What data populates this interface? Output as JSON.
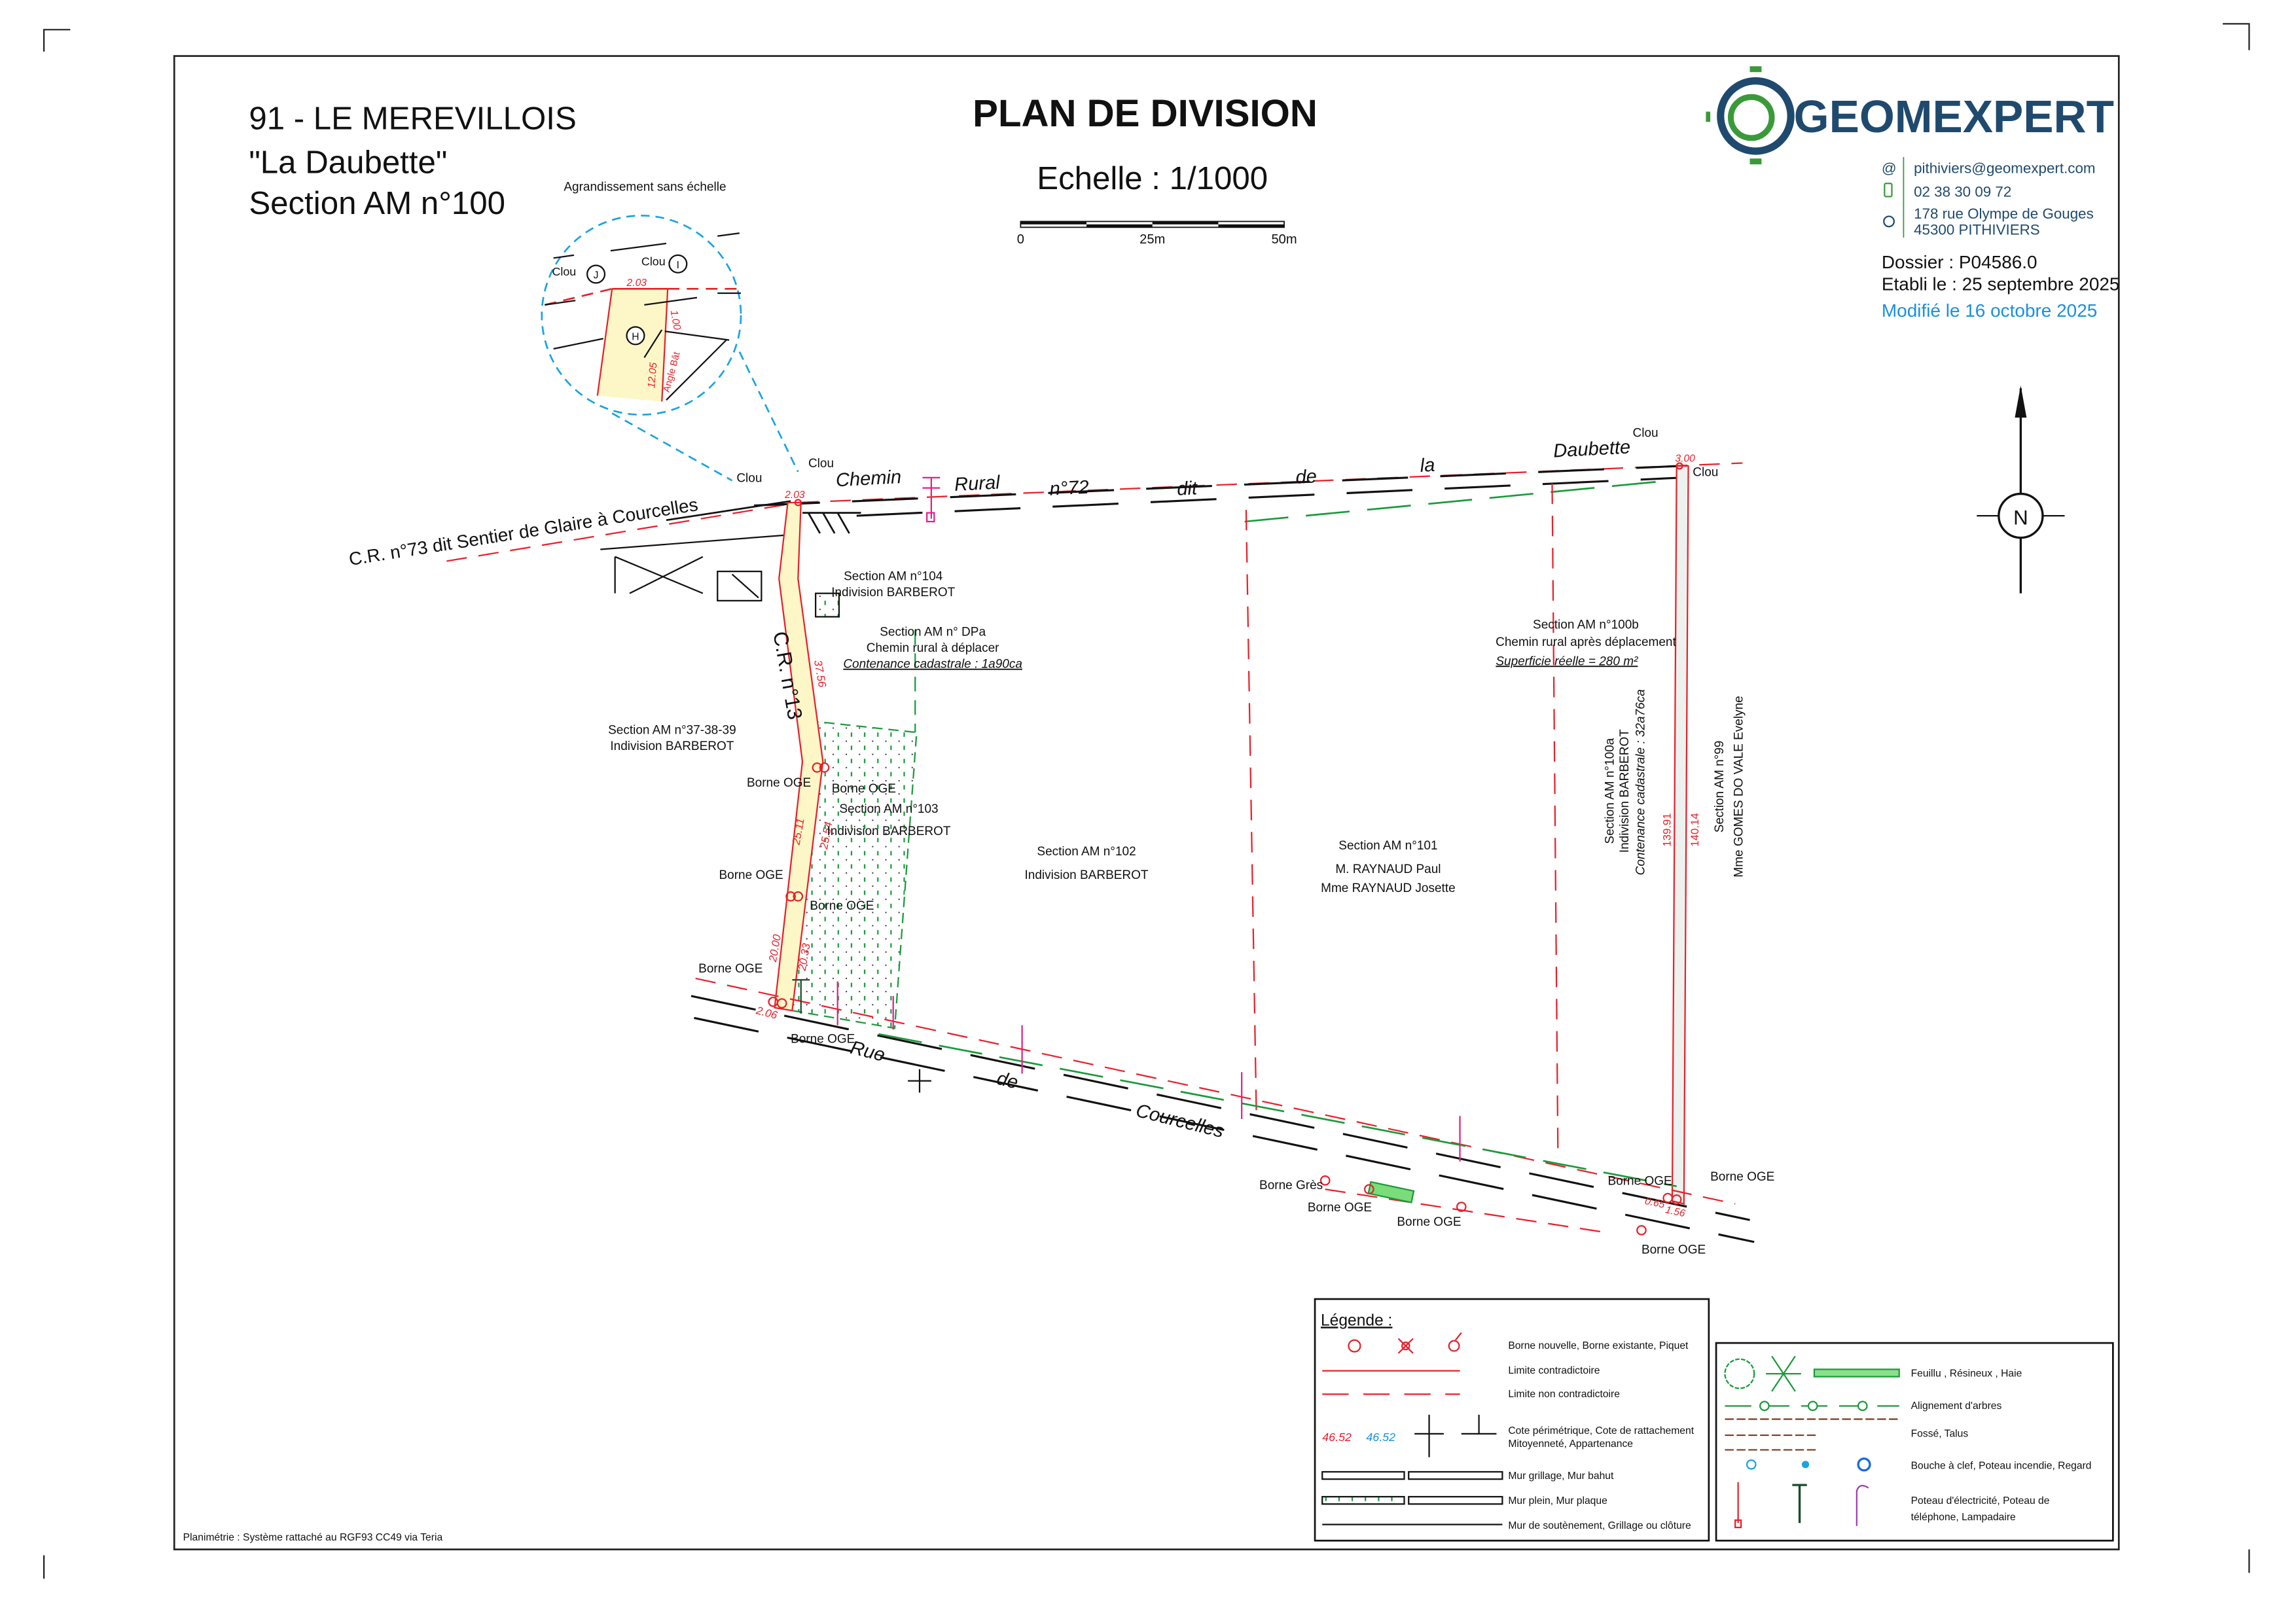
{
  "header": {
    "location": "91 - LE MEREVILLOIS",
    "lieu_dit": "\"La Daubette\"",
    "section": "Section AM n°100",
    "title": "PLAN DE DIVISION",
    "scale": "Echelle : 1/1000",
    "scale_bar": [
      "0",
      "25m",
      "50m"
    ]
  },
  "company": {
    "logo_text": "GEOMEXPERT",
    "email": "pithiviers@geomexpert.com",
    "phone": "02 38 30 09 72",
    "address_1": "178 rue Olympe de Gouges",
    "address_2": "45300 PITHIVIERS",
    "dossier": "Dossier : P04586.0",
    "established": "Etabli le : 25 septembre 2025",
    "modified": "Modifié le 16 octobre 2025",
    "colors": {
      "navy": "#1f4a6e",
      "green": "#3a9a3a",
      "blue": "#1a8fe0"
    }
  },
  "inset": {
    "title": "Agrandissement sans échelle",
    "clou_j": "Clou",
    "clou_i": "Clou",
    "point_j": "J",
    "point_i": "I",
    "point_h": "H",
    "dim_top": "2.03",
    "dim_side": "1.00",
    "dim_long": "12.05",
    "angle": "Angle Bât"
  },
  "roads": {
    "cr73": "C.R. n°73 dit Sentier de Glaire à Courcelles",
    "cr72_words": [
      "Chemin",
      "Rural",
      "n°72",
      "dit",
      "de",
      "la",
      "Daubette"
    ],
    "cr13": "C.R. n°13",
    "rue_words": [
      "Rue",
      "de",
      "Courcelles"
    ]
  },
  "parcels": {
    "p104": [
      "Section AM n°104",
      "Indivision BARBEROT"
    ],
    "dpa": [
      "Section AM n° DPa",
      "Chemin rural à déplacer",
      "Contenance cadastrale : 1a90ca"
    ],
    "p37": [
      "Section AM n°37-38-39",
      "Indivision BARBEROT"
    ],
    "p103": [
      "Section AM n°103",
      "Indivision BARBEROT"
    ],
    "p102": [
      "Section AM n°102",
      "Indivision BARBEROT"
    ],
    "p101": [
      "Section AM n°101",
      "M. RAYNAUD Paul",
      "Mme RAYNAUD Josette"
    ],
    "p100b": [
      "Section AM n°100b",
      "Chemin rural après déplacement",
      "Superficie réelle = 280 m²"
    ],
    "p100a": [
      "Section AM n°100a",
      "Indivision BARBEROT",
      "Contenance cadastrale : 32a76ca"
    ],
    "p99": [
      "Section AM n°99",
      "Mme GOMES DO VALE Evelyne"
    ]
  },
  "dimensions": {
    "d_top": "2.03",
    "d_3756": "37.56",
    "d_2511": "25.11",
    "d_2554": "25.54",
    "d_2000": "20.00",
    "d_2033": "20.33",
    "d_206": "2.06",
    "d_300": "3.00",
    "d_13991": "139.91",
    "d_14014": "140.14",
    "d_065": "0.65",
    "d_156": "1.56"
  },
  "markers": {
    "clou": "Clou",
    "borne_oge": "Borne OGE",
    "borne_gres": "Borne Grès"
  },
  "north": "N",
  "footer": "Planimétrie : Système rattaché au RGF93 CC49 via Teria",
  "legend": {
    "title": "Légende :",
    "items": [
      "Borne nouvelle, Borne existante, Piquet",
      "Limite contradictoire",
      "Limite non contradictoire",
      "Cote périmétrique, Cote de rattachement",
      "Mitoyenneté, Appartenance",
      "Mur grillage, Mur bahut",
      "Mur plein, Mur plaque",
      "Mur de soutènement, Grillage ou clôture"
    ],
    "cote_red": "46.52",
    "cote_blue": "46.52",
    "items2": [
      "Feuillu , Résineux , Haie",
      "Alignement d'arbres",
      "Fossé, Talus",
      "Bouche à clef, Poteau incendie, Regard",
      "Poteau d'électricité, Poteau de",
      "téléphone, Lampadaire"
    ]
  }
}
